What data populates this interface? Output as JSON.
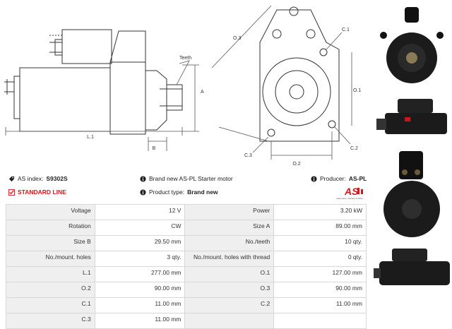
{
  "drawing": {
    "teeth_label": "Teeth",
    "dim_A": "A",
    "dim_B": "B",
    "dim_L1": "L.1",
    "dim_O1": "O.1",
    "dim_O2": "O.2",
    "dim_O3": "O.3",
    "dim_C1": "C.1",
    "dim_C2": "C.2",
    "dim_C3": "C.3"
  },
  "info": {
    "as_index_label": "AS index:",
    "as_index_value": "S9302S",
    "standard_line": "STANDARD LINE",
    "brand_new_text": "Brand new AS-PL Starter motor",
    "product_type_label": "Product type:",
    "product_type_value": "Brand new",
    "producer_label": "Producer:",
    "producer_value": "AS-PL",
    "logo_text": "AS",
    "logo_tagline": "Alternators, Starters & Parts"
  },
  "specs": [
    [
      "Voltage",
      "12 V",
      "Power",
      "3.20 kW"
    ],
    [
      "Rotation",
      "CW",
      "Size A",
      "89.00 mm"
    ],
    [
      "Size B",
      "29.50 mm",
      "No./teeth",
      "10 qty."
    ],
    [
      "No./mount. holes",
      "3 qty.",
      "No./mount. holes with thread",
      "0 qty."
    ],
    [
      "L.1",
      "277.00 mm",
      "O.1",
      "127.00 mm"
    ],
    [
      "O.2",
      "90.00 mm",
      "O.3",
      "90.00 mm"
    ],
    [
      "C.1",
      "11.00 mm",
      "C.2",
      "11.00 mm"
    ],
    [
      "C.3",
      "11.00 mm",
      "",
      ""
    ]
  ],
  "colors": {
    "accent": "#d4161d",
    "table_label_bg": "#efefef",
    "table_border": "#d8d8d8"
  }
}
